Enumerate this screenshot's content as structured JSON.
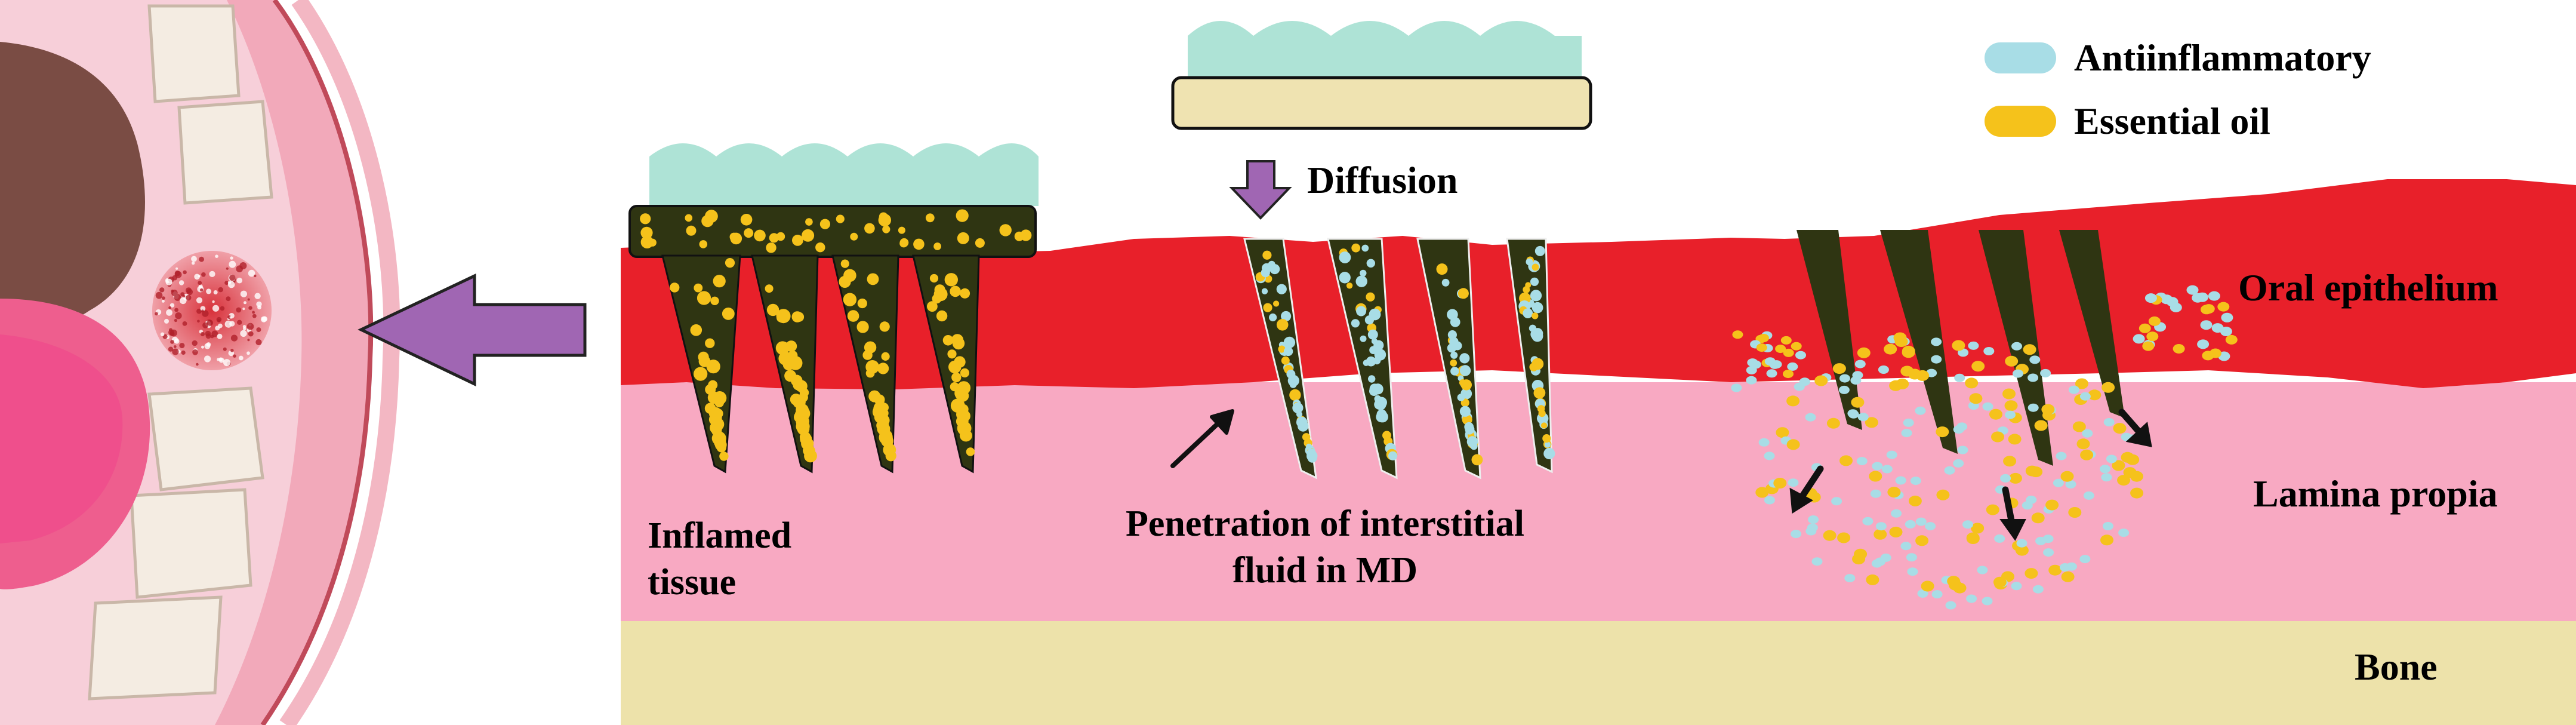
{
  "legend": {
    "items": [
      {
        "label": "Antiinflammatory",
        "color": "#a8dde6"
      },
      {
        "label": "Essential oil",
        "color": "#f5c21b"
      }
    ]
  },
  "labels": {
    "diffusion": "Diffusion",
    "oral_epithelium": "Oral epithelium",
    "lamina_propia": "Lamina propia",
    "bone": "Bone",
    "inflamed_tissue_line1": "Inflamed",
    "inflamed_tissue_line2": "tissue",
    "penetration_line1": "Penetration of interstitial",
    "penetration_line2": "fluid in MD"
  },
  "colors": {
    "epithelium": "#e8202a",
    "lamina": "#f8a9c2",
    "bone": "#ede2aa",
    "needle": "#2f3512",
    "backing_green": "#aee3d6",
    "backing_cream": "#efe3b1",
    "arrow_purple": "#a066b3",
    "lesion_red": "#d3303a"
  }
}
